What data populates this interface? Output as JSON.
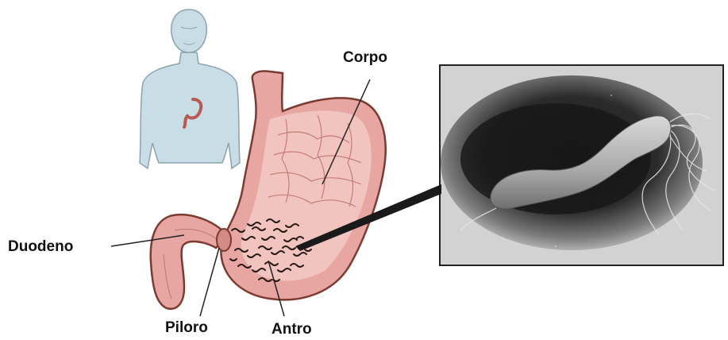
{
  "labels": {
    "corpo": "Corpo",
    "duodeno": "Duodeno",
    "piloro": "Piloro",
    "antro": "Antro"
  },
  "colors": {
    "body_fill": "#c9dde6",
    "body_stroke": "#8aa3ad",
    "stomach_fill": "#e8a6a3",
    "stomach_inner": "#f2c4bf",
    "stomach_stroke": "#7b3b30",
    "bacteria": "#2a1a17",
    "micrograph_bg": "#cfcfcf",
    "micrograph_dark": "#1c1c1c",
    "bacterium": "#bdbdbd"
  },
  "icons": [
    "human-figure-icon",
    "stomach-illustration",
    "helicobacter-micrograph"
  ]
}
